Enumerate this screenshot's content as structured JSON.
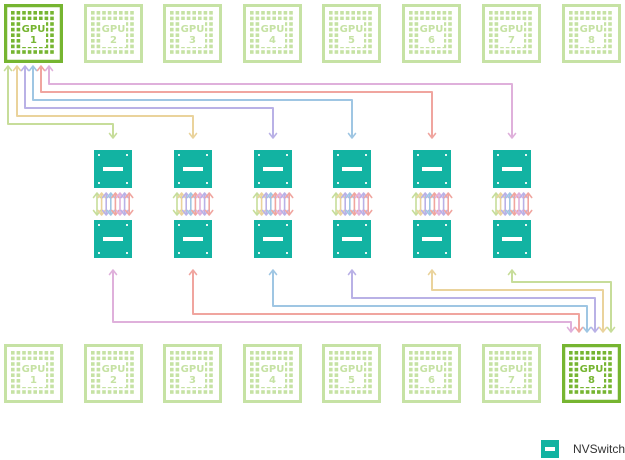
{
  "top_gpus": [
    {
      "label": "GPU",
      "num": "1",
      "highlight": true
    },
    {
      "label": "GPU",
      "num": "2",
      "highlight": false
    },
    {
      "label": "GPU",
      "num": "3",
      "highlight": false
    },
    {
      "label": "GPU",
      "num": "4",
      "highlight": false
    },
    {
      "label": "GPU",
      "num": "5",
      "highlight": false
    },
    {
      "label": "GPU",
      "num": "6",
      "highlight": false
    },
    {
      "label": "GPU",
      "num": "7",
      "highlight": false
    },
    {
      "label": "GPU",
      "num": "8",
      "highlight": false
    }
  ],
  "bottom_gpus": [
    {
      "label": "GPU",
      "num": "1",
      "highlight": false
    },
    {
      "label": "GPU",
      "num": "2",
      "highlight": false
    },
    {
      "label": "GPU",
      "num": "3",
      "highlight": false
    },
    {
      "label": "GPU",
      "num": "4",
      "highlight": false
    },
    {
      "label": "GPU",
      "num": "5",
      "highlight": false
    },
    {
      "label": "GPU",
      "num": "6",
      "highlight": false
    },
    {
      "label": "GPU",
      "num": "7",
      "highlight": false
    },
    {
      "label": "GPU",
      "num": "8",
      "highlight": true
    }
  ],
  "switch_count": 6,
  "legend": {
    "label": "NVSwitch"
  },
  "colors": {
    "gpu_light": "#c6e2a4",
    "gpu_dark": "#76b531",
    "switch": "#12b3a2",
    "links": [
      "#c7dd9a",
      "#ead39c",
      "#b9b1e6",
      "#9fc6e3",
      "#f0a59f",
      "#dfb0db"
    ]
  }
}
